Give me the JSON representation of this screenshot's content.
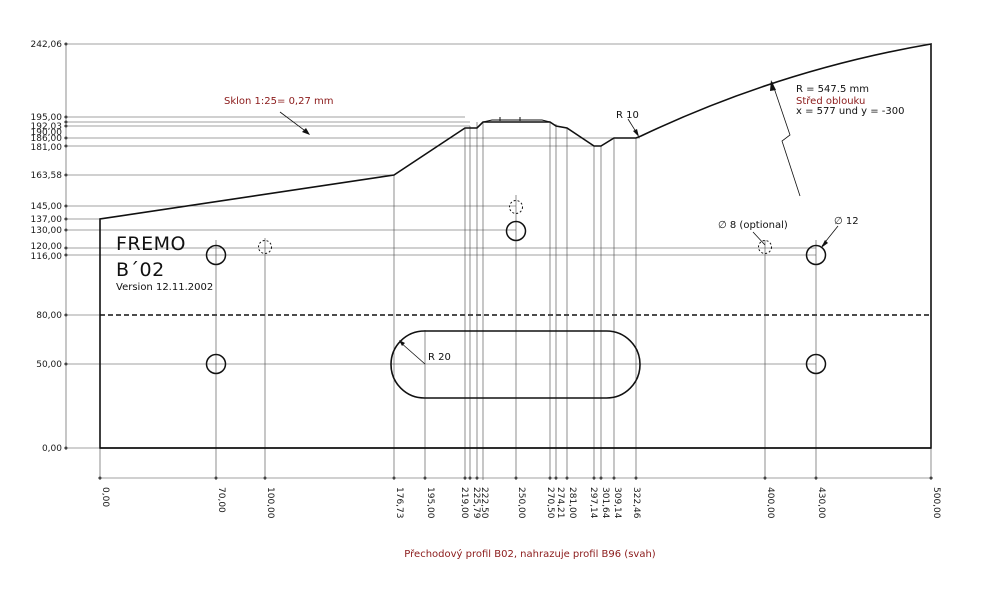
{
  "drawing": {
    "title_line1": "FREMO",
    "title_line2": "B´02",
    "version": "Version 12.11.2002",
    "caption": "Přechodový profil B02, nahrazuje profil B96 (svah)"
  },
  "y_axis_labels": [
    "242,06",
    "195,00",
    "192,03",
    "190,00",
    "186,00",
    "181,00",
    "163,58",
    "145,00",
    "137,00",
    "130,00",
    "120,00",
    "116,00",
    "80,00",
    "50,00",
    "0,00"
  ],
  "x_axis_labels": [
    "0,00",
    "70,00",
    "100,00",
    "176,73",
    "195,00",
    "219,00",
    "222,50",
    "225,79",
    "250,00",
    "270,50",
    "274,21",
    "281,00",
    "297,14",
    "301,64",
    "309,14",
    "322,46",
    "400,00",
    "430,00",
    "500,00"
  ],
  "annotations": {
    "slope": "Sklon 1:25= 0,27 mm",
    "r10": "R 10",
    "r20": "R 20",
    "arc_radius": "R = 547.5 mm",
    "arc_center_label": "Střed oblouku",
    "arc_center_coords": "x = 577 und y = -300",
    "hole_optional": "∅ 8 (optional)",
    "hole_12": "∅ 12"
  },
  "colors": {
    "line": "#111111",
    "accent_text": "#8b1a1a"
  }
}
